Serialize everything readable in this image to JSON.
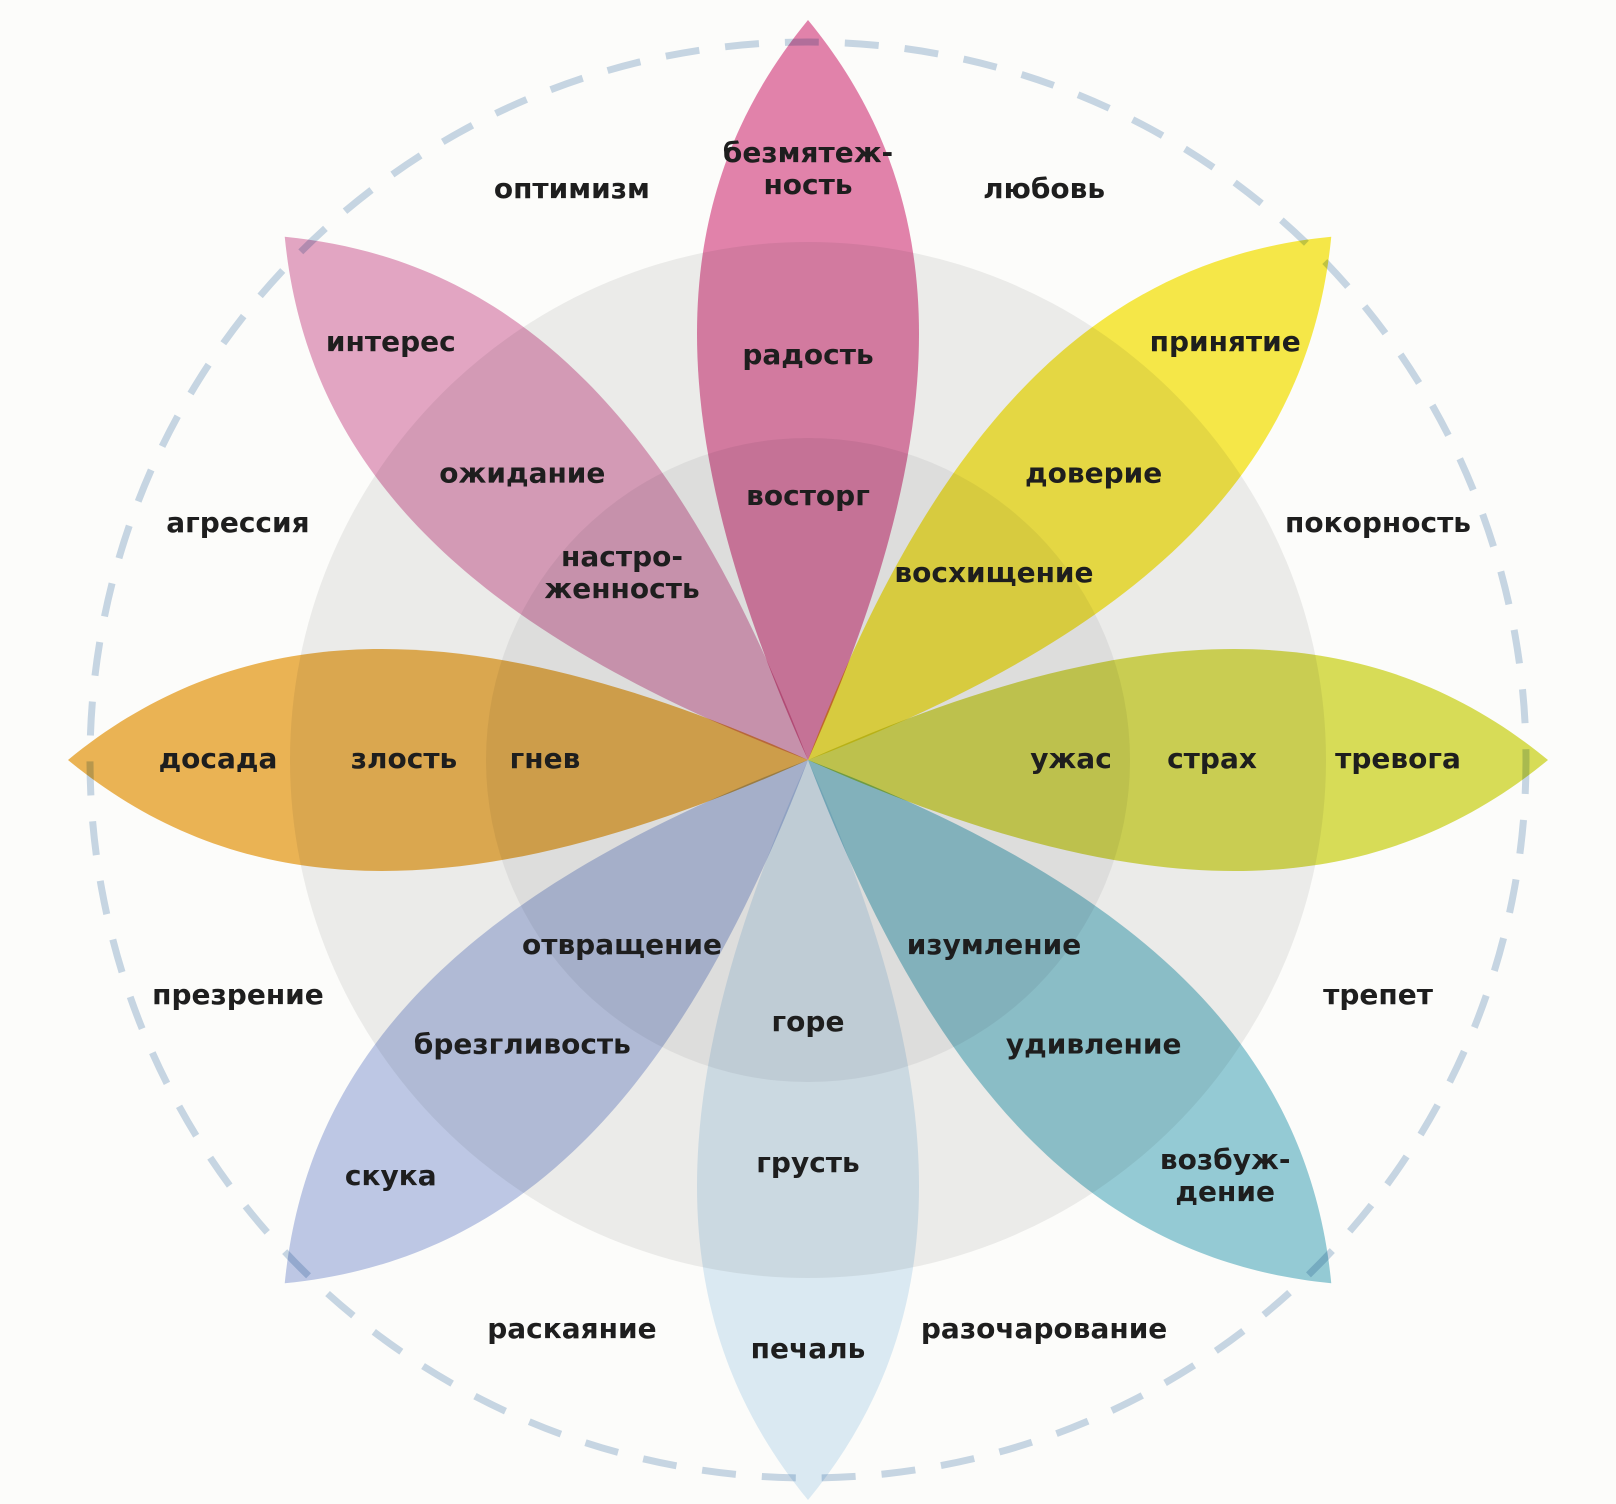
{
  "title": "Колесо эмоций",
  "petals": [
    {
      "name": "petal-top",
      "color": "#d9558f",
      "opacity": 0.72,
      "labels": [
        "безмятеж-\nность",
        "радость",
        "восторг"
      ]
    },
    {
      "name": "petal-top-right",
      "color": "#f6e521",
      "opacity": 0.82,
      "labels": [
        "принятие",
        "доверие",
        "восхищение"
      ]
    },
    {
      "name": "petal-right",
      "color": "#cfd62a",
      "opacity": 0.78,
      "labels": [
        "тревога",
        "страх",
        "ужас"
      ]
    },
    {
      "name": "petal-bottom-right",
      "color": "#6ab8c9",
      "opacity": 0.7,
      "labels": [
        "возбуж-\nдение",
        "удивление",
        "изумление"
      ]
    },
    {
      "name": "petal-bottom",
      "color": "#cfe4f3",
      "opacity": 0.7,
      "labels": [
        "печаль",
        "грусть",
        "горе"
      ]
    },
    {
      "name": "petal-bottom-left",
      "color": "#97a9dc",
      "opacity": 0.62,
      "labels": [
        "скука",
        "брезгливость",
        "отвращение"
      ]
    },
    {
      "name": "petal-left",
      "color": "#e8a026",
      "opacity": 0.78,
      "labels": [
        "досада",
        "злость",
        "гнев"
      ]
    },
    {
      "name": "petal-top-left",
      "color": "#d77aa8",
      "opacity": 0.66,
      "labels": [
        "интерес",
        "ожидание",
        "настро-\nженность"
      ]
    }
  ],
  "dyads": [
    "любовь",
    "покорность",
    "трепет",
    "разочарование",
    "раскаяние",
    "презрение",
    "агрессия",
    "оптимизм"
  ],
  "colors": {
    "background": "#fcfcfa",
    "outer_ring": "#e6e6e3",
    "inner_ring": "#cccccb",
    "dashed_circle": "#c6d5e2",
    "text": "#1e1e1e"
  }
}
